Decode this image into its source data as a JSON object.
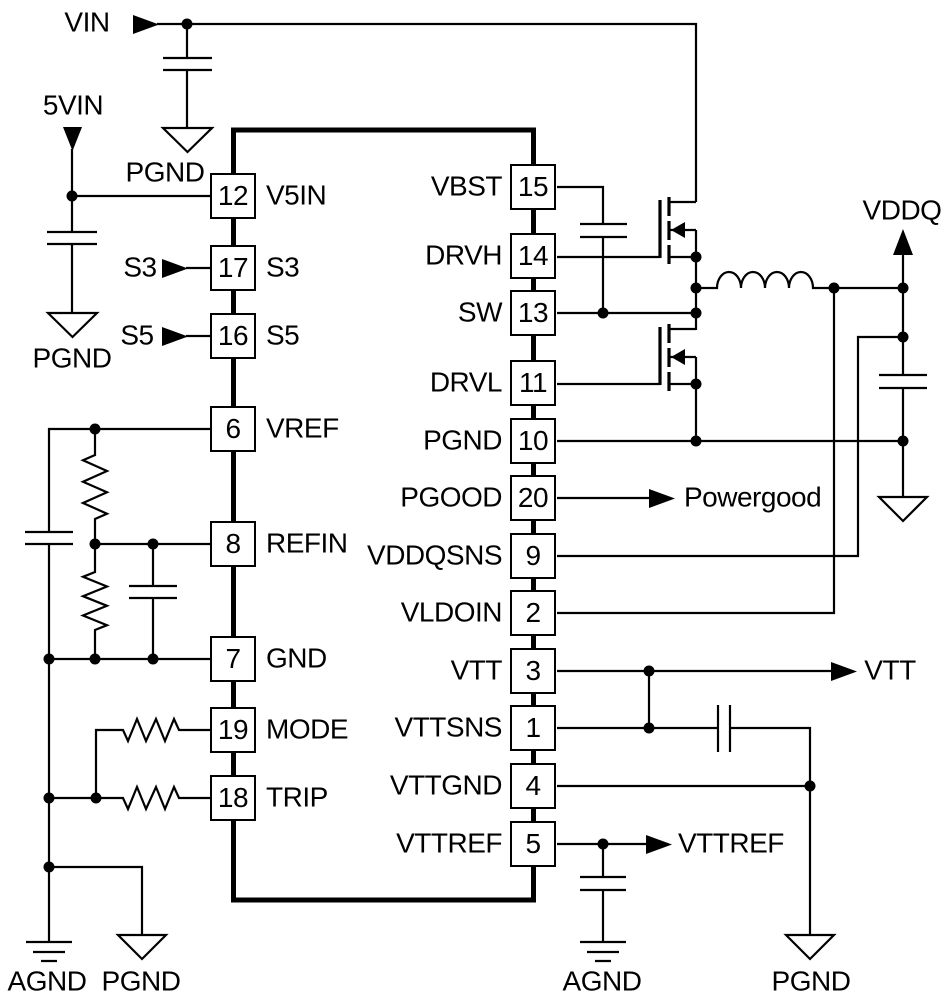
{
  "colors": {
    "line": "#000000",
    "background": "#ffffff",
    "text": "#000000"
  },
  "ic": {
    "left_pins": [
      {
        "number": "12",
        "name": "V5IN"
      },
      {
        "number": "17",
        "name": "S3"
      },
      {
        "number": "16",
        "name": "S5"
      },
      {
        "number": "6",
        "name": "VREF"
      },
      {
        "number": "8",
        "name": "REFIN"
      },
      {
        "number": "7",
        "name": "GND"
      },
      {
        "number": "19",
        "name": "MODE"
      },
      {
        "number": "18",
        "name": "TRIP"
      }
    ],
    "right_pins": [
      {
        "number": "15",
        "name": "VBST"
      },
      {
        "number": "14",
        "name": "DRVH"
      },
      {
        "number": "13",
        "name": "SW"
      },
      {
        "number": "11",
        "name": "DRVL"
      },
      {
        "number": "10",
        "name": "PGND"
      },
      {
        "number": "20",
        "name": "PGOOD"
      },
      {
        "number": "9",
        "name": "VDDQSNS"
      },
      {
        "number": "2",
        "name": "VLDOIN"
      },
      {
        "number": "3",
        "name": "VTT"
      },
      {
        "number": "1",
        "name": "VTTSNS"
      },
      {
        "number": "4",
        "name": "VTTGND"
      },
      {
        "number": "5",
        "name": "VTTREF"
      }
    ]
  },
  "labels": {
    "vin": "VIN",
    "five_vin": "5VIN",
    "pgnd_top": "PGND",
    "pgnd_5vin": "PGND",
    "s3": "S3",
    "s5": "S5",
    "vddq": "VDDQ",
    "powergood": "Powergood",
    "vtt": "VTT",
    "vttref": "VTTREF",
    "agnd_left": "AGND",
    "pgnd_bottom_left": "PGND",
    "agnd_bottom": "AGND",
    "pgnd_bottom_right": "PGND"
  }
}
